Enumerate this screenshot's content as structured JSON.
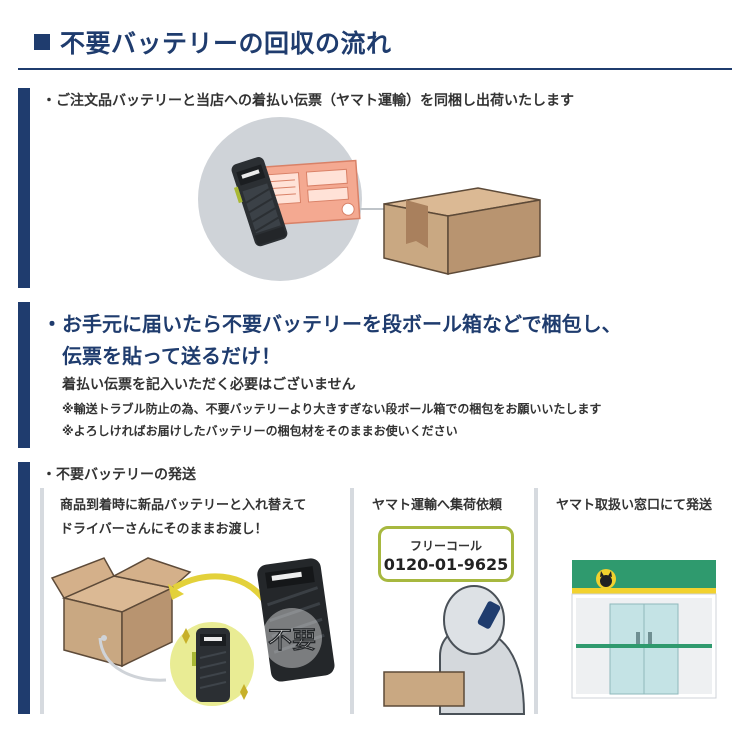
{
  "header": {
    "title": "不要バッテリーの回収の流れ"
  },
  "step1": {
    "text": "・ご注文品バッテリーと当店への着払い伝票（ヤマト運輸）を同梱し出荷いたします"
  },
  "step2": {
    "heading_line1": "・お手元に届いたら不要バッテリーを段ボール箱などで梱包し、",
    "heading_line2": "伝票を貼って送るだけ！",
    "sub": "着払い伝票を記入いただく必要はございません",
    "note1": "※輸送トラブル防止の為、不要バッテリーより大きすぎない段ボール箱での梱包をお願いいたします",
    "note2": "※よろしければお届けしたバッテリーの梱包材をそのままお使いください"
  },
  "step3": {
    "text": "・不要バッテリーの発送",
    "col1": {
      "line1": "商品到着時に新品バッテリーと入れ替えて",
      "line2": "ドライバーさんにそのままお渡し！",
      "badge": "不要"
    },
    "col2": {
      "title": "ヤマト運輸へ集荷依頼",
      "freecall_label": "フリーコール",
      "freecall_number": "0120-01-9625"
    },
    "col3": {
      "title": "ヤマト取扱い窓口にて発送"
    }
  },
  "colors": {
    "navy": "#1f3c6e",
    "cardboard": "#c9a882",
    "slip": "#f4a991",
    "green_frame": "#a7b83f",
    "store_green": "#2f9a6e",
    "store_yellow": "#f2d22e"
  },
  "icons": [
    "header-square-icon",
    "battery-icon",
    "shipping-slip-icon",
    "cardboard-box-icon",
    "swap-arrow-icon",
    "person-phone-icon",
    "store-icon",
    "cat-logo-icon"
  ]
}
